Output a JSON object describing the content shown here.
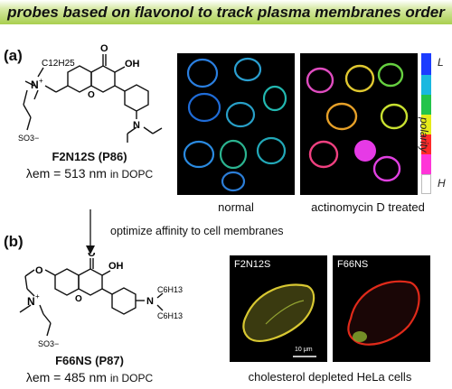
{
  "title": "probes based on flavonol to track plasma membranes order",
  "panel_a": {
    "label": "(a)",
    "compound_name": "F2N12S (P86)",
    "lambda_text": "λem = 513 nm",
    "lambda_solvent": "in DOPC",
    "chem": {
      "alkyl": "C12H25",
      "plus": "+",
      "n_atom": "N",
      "oxo": "O",
      "ring_o": "O",
      "hydroxyl": "OH",
      "amine": "N",
      "sulfonate": "SO3−"
    },
    "images": [
      {
        "caption": "normal"
      },
      {
        "caption": "actinomycin D treated"
      }
    ],
    "polarity_scale": {
      "top": "L",
      "middle": "polarity",
      "bottom": "H",
      "colors": [
        "#1c3cff",
        "#19b8e0",
        "#23c44a",
        "#e6ea1a",
        "#ff2a2a",
        "#ff34d8",
        "#ffffff"
      ]
    }
  },
  "arrow_text": "optimize affinity to cell membranes",
  "panel_b": {
    "label": "(b)",
    "compound_name": "F66NS (P87)",
    "lambda_text": "λem = 485 nm",
    "lambda_solvent": "in DOPC",
    "chem": {
      "plus": "+",
      "n_atom": "N",
      "oxo": "O",
      "ring_o": "O",
      "hydroxyl": "OH",
      "amine": "N",
      "hexyl_1": "C6H13",
      "hexyl_2": "C6H13",
      "ether_o": "O",
      "sulfonate": "SO3−"
    },
    "images": [
      {
        "label": "F2N12S",
        "scale": "10 μm"
      },
      {
        "label": "F66NS"
      }
    ],
    "caption": "cholesterol depleted HeLa cells"
  }
}
